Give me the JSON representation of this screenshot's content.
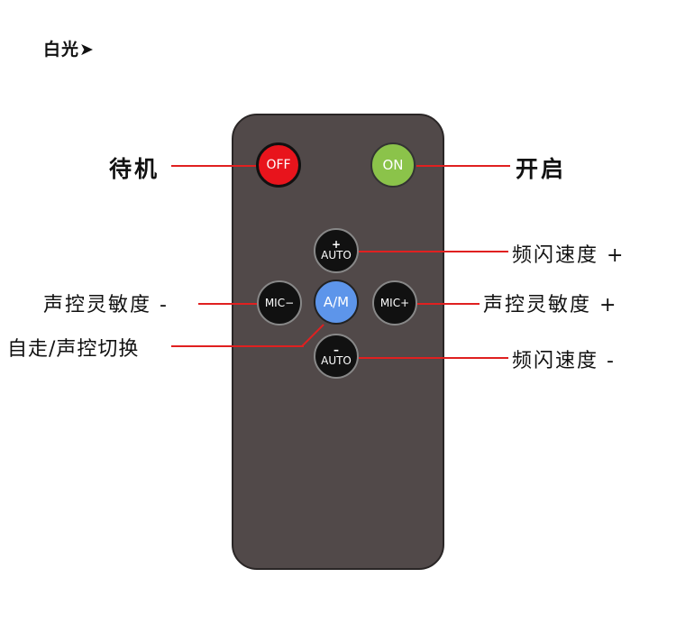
{
  "header": {
    "title": "白光➤"
  },
  "remote": {
    "buttons": {
      "off": "OFF",
      "on": "ON",
      "auto_plus_sign": "+",
      "auto_plus_text": "AUTO",
      "auto_minus_sign": "–",
      "auto_minus_text": "AUTO",
      "mic_minus": "MIC−",
      "am": "A/M",
      "mic_plus": "MIC+"
    }
  },
  "labels": {
    "standby": "待机",
    "power_on": "开启",
    "flash_speed_plus": "频闪速度 +",
    "sound_sensitivity_minus": "声控灵敏度 -",
    "sound_sensitivity_plus": "声控灵敏度 +",
    "auto_sound_switch": "自走/声控切换",
    "flash_speed_minus": "频闪速度 -"
  },
  "colors": {
    "remote_body": "#514949",
    "off_button": "#e8141c",
    "on_button": "#8bc34a",
    "am_button": "#5d95ea",
    "dark_button": "#111111",
    "leader_line": "#e02020"
  }
}
